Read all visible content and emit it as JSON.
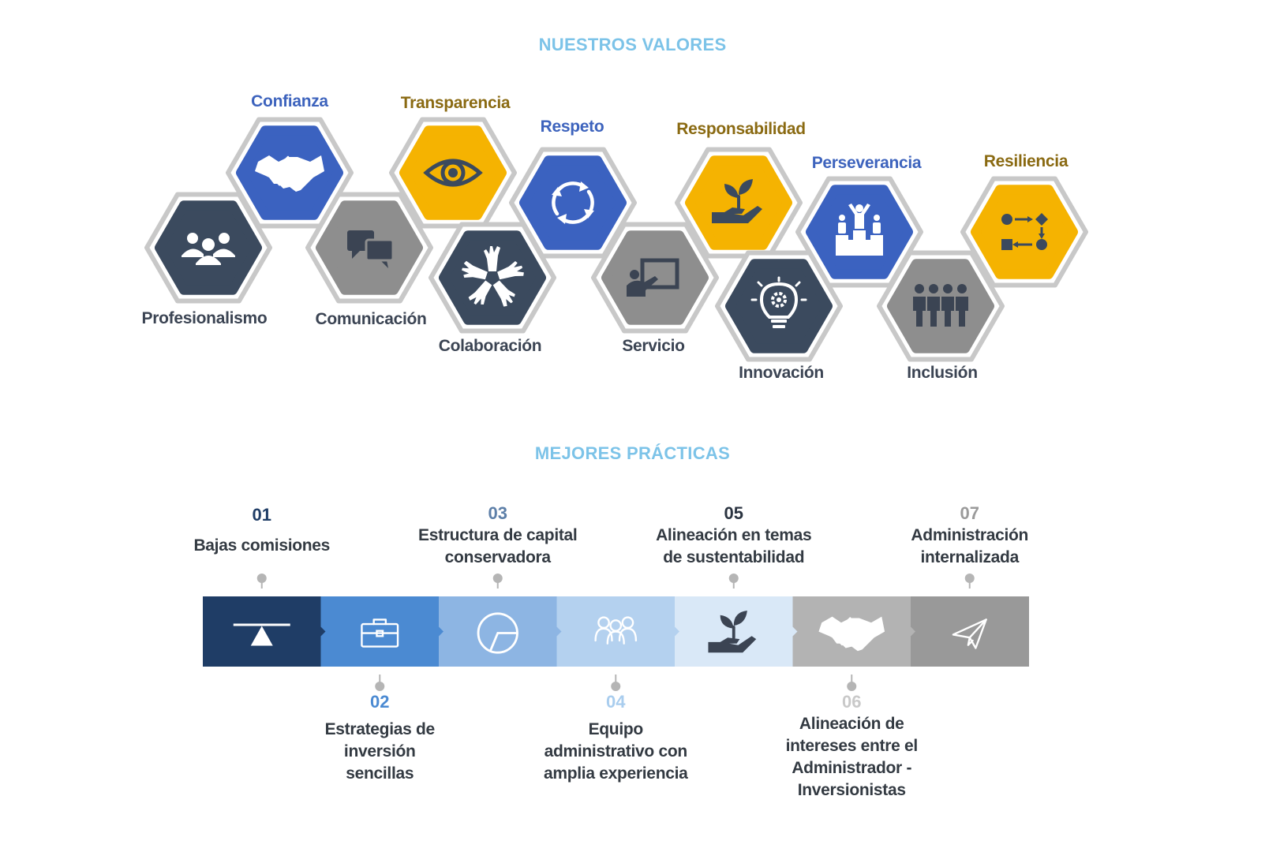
{
  "values_title": "NUESTROS VALORES",
  "practices_title": "MEJORES PRÁCTICAS",
  "colors": {
    "navy": "#3b4a5e",
    "blue": "#3b62c0",
    "gold": "#f5b301",
    "gray": "#8e8e8e",
    "label_blue": "#3d63bd",
    "label_gold": "#8a6a12",
    "label_dark": "#3b4453",
    "title": "#7cc3e8"
  },
  "values": [
    {
      "label": "Profesionalismo",
      "icon": "people-group-icon",
      "color": "navy"
    },
    {
      "label": "Confianza",
      "icon": "handshake-icon",
      "color": "blue"
    },
    {
      "label": "Comunicación",
      "icon": "chat-bubbles-icon",
      "color": "gray"
    },
    {
      "label": "Transparencia",
      "icon": "eye-icon",
      "color": "gold"
    },
    {
      "label": "Colaboración",
      "icon": "hands-circle-icon",
      "color": "navy"
    },
    {
      "label": "Respeto",
      "icon": "cycle-arrows-icon",
      "color": "blue"
    },
    {
      "label": "Servicio",
      "icon": "presentation-board-icon",
      "color": "gray"
    },
    {
      "label": "Responsabilidad",
      "icon": "hand-plant-icon",
      "color": "gold"
    },
    {
      "label": "Innovación",
      "icon": "lightbulb-gear-icon",
      "color": "navy"
    },
    {
      "label": "Perseverancia",
      "icon": "podium-icon",
      "color": "blue"
    },
    {
      "label": "Inclusión",
      "icon": "people-row-icon",
      "color": "gray"
    },
    {
      "label": "Resiliencia",
      "icon": "process-flow-icon",
      "color": "gold"
    }
  ],
  "practices": [
    {
      "number": "01",
      "lines": [
        "Bajas comisiones"
      ],
      "icon": "balance-icon",
      "color": "#1f3d66",
      "num_color": "#1f3d66"
    },
    {
      "number": "02",
      "lines": [
        "Estrategias de",
        "inversión",
        "sencillas"
      ],
      "icon": "briefcase-icon",
      "color": "#4b8ad2",
      "num_color": "#4b8ad2"
    },
    {
      "number": "03",
      "lines": [
        "Estructura de capital",
        "conservadora"
      ],
      "icon": "pie-chart-icon",
      "color": "#8db5e3",
      "num_color": "#5d7fa8"
    },
    {
      "number": "04",
      "lines": [
        "Equipo",
        "administrativo con",
        "amplia experiencia"
      ],
      "icon": "team-icon",
      "color": "#b4d1ef",
      "num_color": "#a9cdee"
    },
    {
      "number": "05",
      "lines": [
        "Alineación en temas",
        "de sustentabilidad"
      ],
      "icon": "hand-plant-icon",
      "color": "#d9e8f7",
      "num_color": "#2a3340"
    },
    {
      "number": "06",
      "lines": [
        "Alineación de",
        "intereses entre el",
        "Administrador -",
        "Inversionistas"
      ],
      "icon": "handshake-icon",
      "color": "#b3b3b3",
      "num_color": "#c9c9c9"
    },
    {
      "number": "07",
      "lines": [
        "Administración",
        "internalizada"
      ],
      "icon": "paper-plane-icon",
      "color": "#999999",
      "num_color": "#9a9a9a"
    }
  ]
}
